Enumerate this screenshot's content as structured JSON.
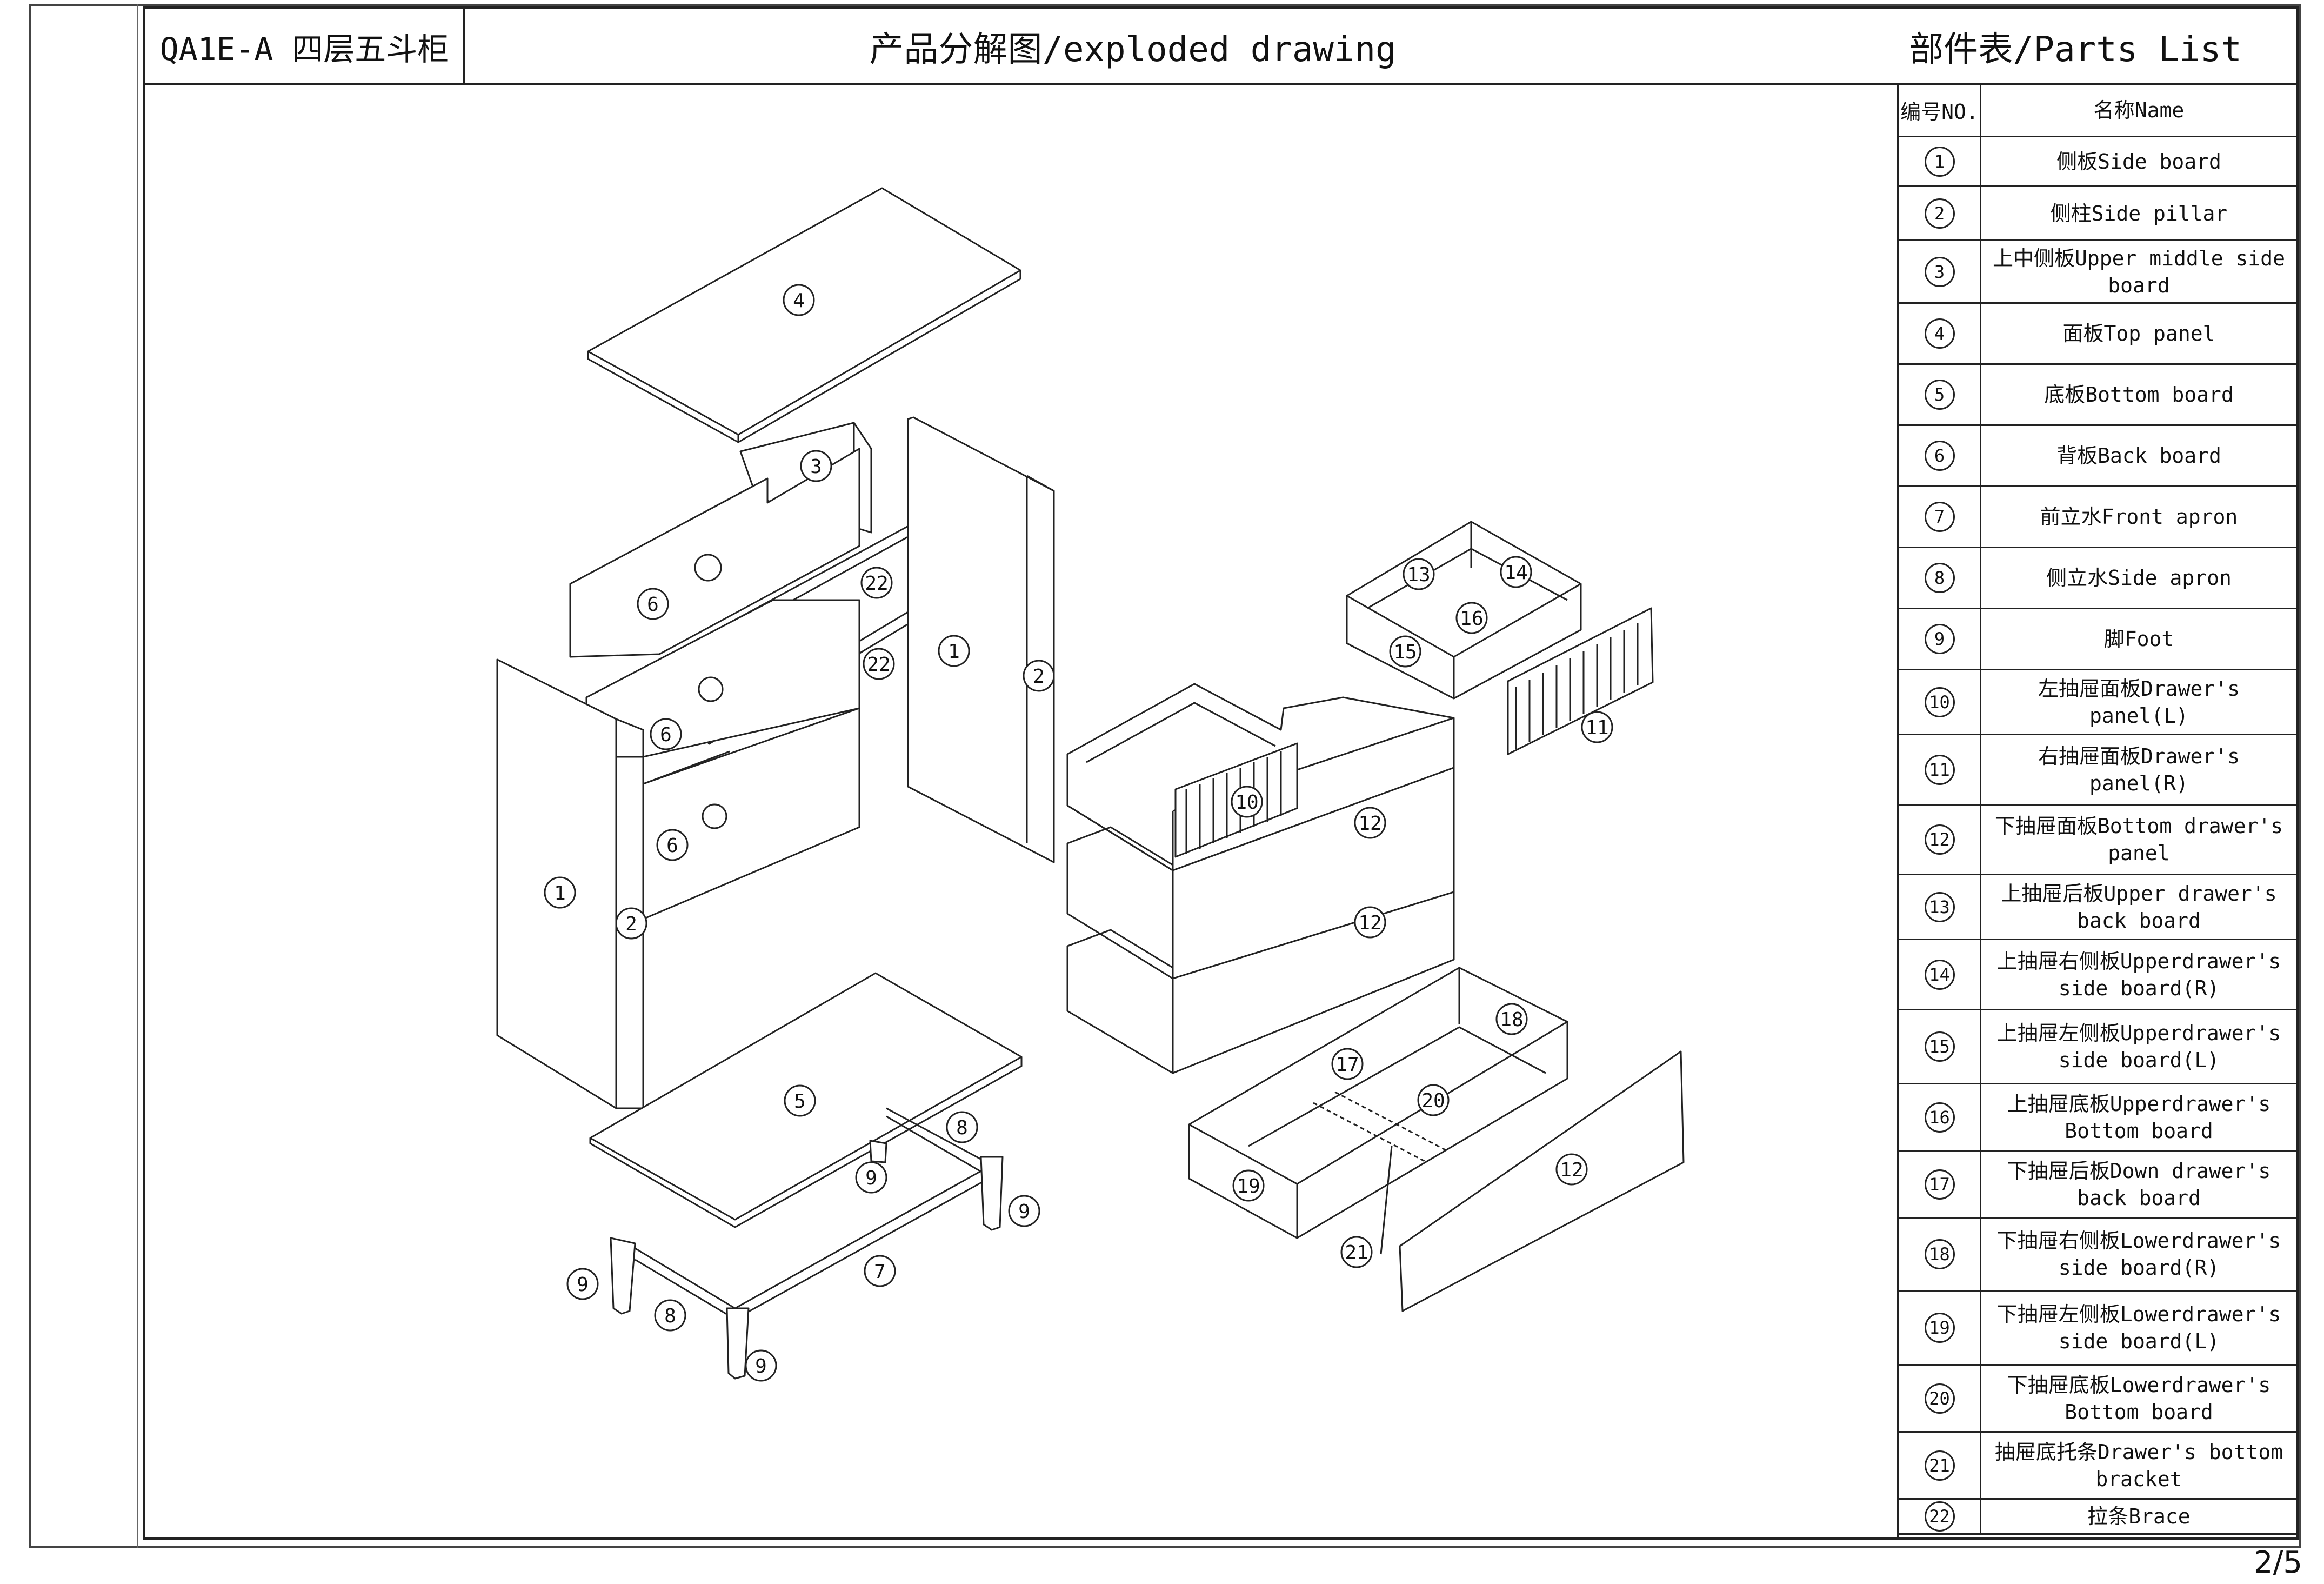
{
  "header": {
    "code_title": "QA1E-A 四层五斗柜",
    "drawing_title": "产品分解图/exploded drawing",
    "parts_title": "部件表/Parts List"
  },
  "table_headers": {
    "no": "编号NO.",
    "name": "名称Name"
  },
  "parts": [
    {
      "no": "1",
      "name": "侧板Side board"
    },
    {
      "no": "2",
      "name": "侧柱Side pillar"
    },
    {
      "no": "3",
      "name": "上中侧板Upper middle side board"
    },
    {
      "no": "4",
      "name": "面板Top panel"
    },
    {
      "no": "5",
      "name": "底板Bottom board"
    },
    {
      "no": "6",
      "name": "背板Back board"
    },
    {
      "no": "7",
      "name": "前立水Front apron"
    },
    {
      "no": "8",
      "name": "侧立水Side apron"
    },
    {
      "no": "9",
      "name": "脚Foot"
    },
    {
      "no": "10",
      "name": "左抽屉面板Drawer's panel(L)"
    },
    {
      "no": "11",
      "name": "右抽屉面板Drawer's panel(R)"
    },
    {
      "no": "12",
      "name": "下抽屉面板Bottom drawer's panel"
    },
    {
      "no": "13",
      "name": "上抽屉后板Upper drawer's back board"
    },
    {
      "no": "14",
      "name": "上抽屉右侧板Upperdrawer's side board(R)"
    },
    {
      "no": "15",
      "name": "上抽屉左侧板Upperdrawer's side board(L)"
    },
    {
      "no": "16",
      "name": "上抽屉底板Upperdrawer's Bottom board"
    },
    {
      "no": "17",
      "name": "下抽屉后板Down drawer's back board"
    },
    {
      "no": "18",
      "name": "下抽屉右侧板Lowerdrawer's side board(R)"
    },
    {
      "no": "19",
      "name": "下抽屉左侧板Lowerdrawer's side board(L)"
    },
    {
      "no": "20",
      "name": "下抽屉底板Lowerdrawer's Bottom board"
    },
    {
      "no": "21",
      "name": "抽屉底托条Drawer's bottom bracket"
    },
    {
      "no": "22",
      "name": "拉条Brace"
    }
  ],
  "callouts": [
    "4",
    "3",
    "6",
    "22",
    "22",
    "1",
    "2",
    "6",
    "6",
    "1",
    "2",
    "5",
    "8",
    "9",
    "9",
    "9",
    "7",
    "8",
    "9",
    "13",
    "14",
    "16",
    "15",
    "11",
    "10",
    "12",
    "12",
    "18",
    "17",
    "20",
    "19",
    "12",
    "21"
  ],
  "page_number": "2/5"
}
